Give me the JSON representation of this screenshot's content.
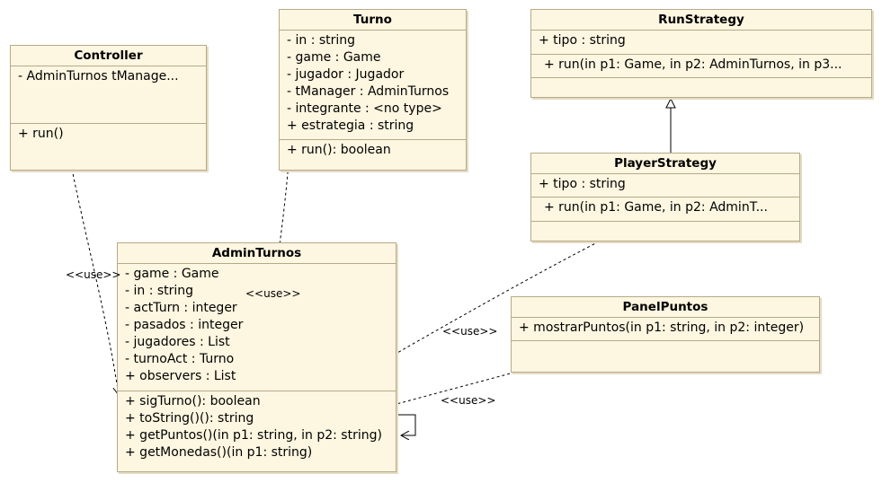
{
  "classes": {
    "controller": {
      "name": "Controller",
      "attributes": [
        "- AdminTurnos tManage..."
      ],
      "operations": [
        "+ run()"
      ]
    },
    "turno": {
      "name": "Turno",
      "attributes": [
        "- in : string",
        "- game : Game",
        "- jugador : Jugador",
        "- tManager : AdminTurnos",
        "- integrante : <no type>",
        "+ estrategia : string"
      ],
      "operations": [
        "+ run(): boolean"
      ]
    },
    "run_strategy": {
      "name": "RunStrategy",
      "attributes": [
        "+ tipo : string"
      ],
      "operations": [
        "+ run(in p1: Game, in p2: AdminTurnos, in p3..."
      ]
    },
    "player_strategy": {
      "name": "PlayerStrategy",
      "attributes": [
        "+ tipo : string"
      ],
      "operations": [
        "+ run(in p1: Game, in p2: AdminT..."
      ]
    },
    "admin_turnos": {
      "name": "AdminTurnos",
      "attributes": [
        "- game : Game",
        "- in : string",
        "- actTurn : integer",
        "- pasados : integer",
        "- jugadores : List",
        "- turnoAct : Turno",
        "+ observers : List"
      ],
      "operations": [
        "+ sigTurno(): boolean",
        "+ toString()(): string",
        "+ getPuntos()(in p1: string, in p2: string)",
        "+ getMonedas()(in p1: string)"
      ]
    },
    "panel_puntos": {
      "name": "PanelPuntos",
      "attributes": [],
      "operations": [
        "+ mostrarPuntos(in p1: string, in p2: integer)"
      ]
    }
  },
  "relations": {
    "use_1": "<<use>>",
    "use_2": "<<use>>",
    "use_3": "<<use>>",
    "use_4": "<<use>>"
  },
  "colors": {
    "fill": "#fdf6e0",
    "border": "#b5a98a"
  }
}
